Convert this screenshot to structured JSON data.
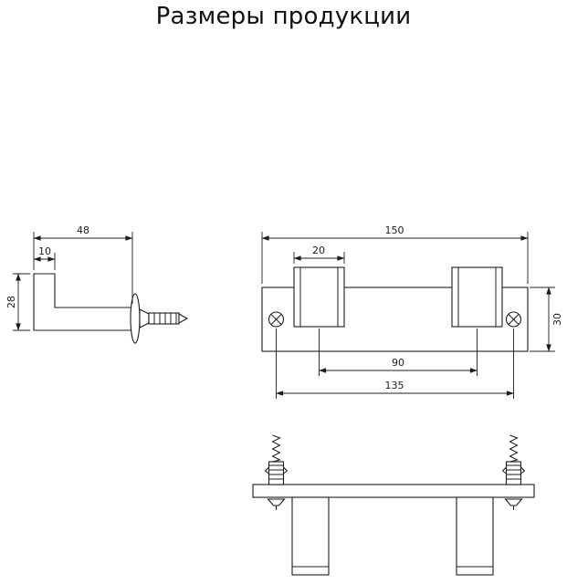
{
  "title": "Размеры продукции",
  "colors": {
    "line": "#1c1c1c",
    "background": "#ffffff"
  },
  "views": {
    "side": {
      "width": "48",
      "tip_thickness": "10",
      "height": "28"
    },
    "front": {
      "total_length": "150",
      "hook_width": "20",
      "plate_height": "30",
      "hook_center_distance": "90",
      "hole_center_distance": "135"
    }
  }
}
